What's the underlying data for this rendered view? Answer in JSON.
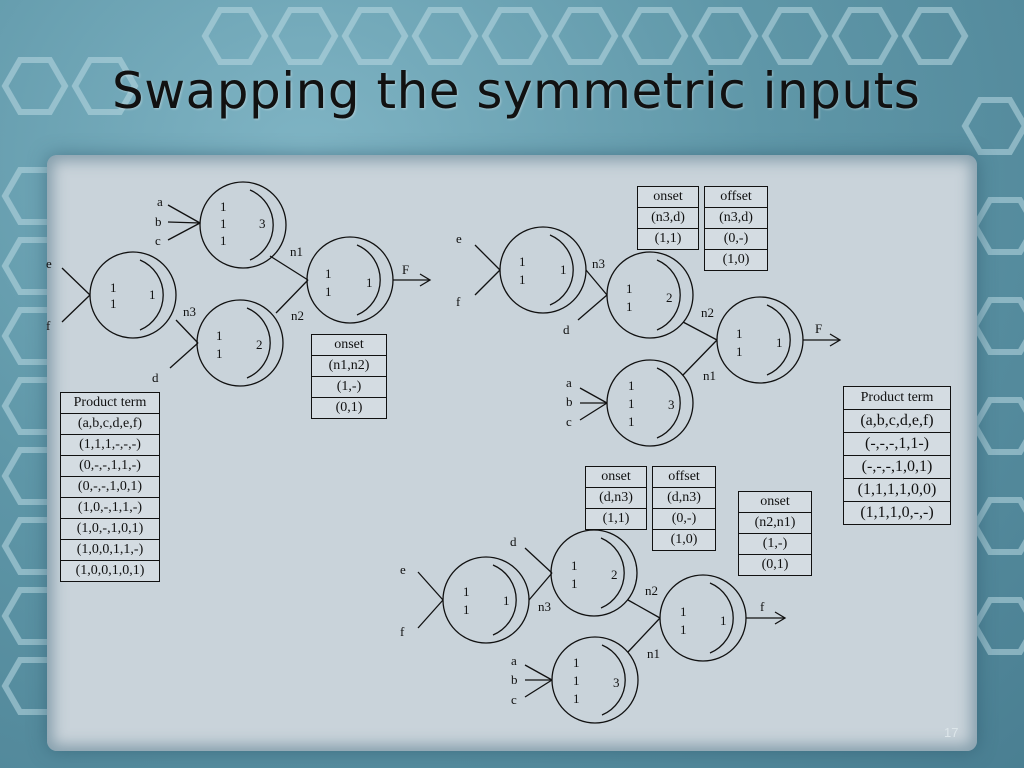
{
  "slide": {
    "title": "Swapping the symmetric inputs",
    "page_number": "17"
  },
  "circuit_a": {
    "inputs_abc": [
      "a",
      "b",
      "c"
    ],
    "input_e": "e",
    "input_f": "f",
    "input_d": "d",
    "gate_abc": {
      "pattern": [
        "1",
        "1",
        "1"
      ],
      "id": "3"
    },
    "gate_ef": {
      "pattern": [
        "1",
        "1"
      ],
      "id": "1"
    },
    "gate_d": {
      "pattern": [
        "1",
        "1"
      ],
      "id": "2"
    },
    "gate_out": {
      "pattern": [
        "1",
        "1"
      ],
      "id": "1"
    },
    "net_n1": "n1",
    "net_n2": "n2",
    "net_n3": "n3",
    "output": "F",
    "onset_table": {
      "header": "onset",
      "rows": [
        "(n1,n2)",
        "(1,-)",
        "(0,1)"
      ]
    },
    "product_table": {
      "header": "Product term",
      "rows": [
        "(a,b,c,d,e,f)",
        "(1,1,1,-,-,-)",
        "(0,-,-,1,1,-)",
        "(0,-,-,1,0,1)",
        "(1,0,-,1,1,-)",
        "(1,0,-,1,0,1)",
        "(1,0,0,1,1,-)",
        "(1,0,0,1,0,1)"
      ]
    }
  },
  "circuit_b": {
    "input_e": "e",
    "input_f": "f",
    "input_d": "d",
    "inputs_abc": [
      "a",
      "b",
      "c"
    ],
    "gate_ef": {
      "pattern": [
        "1",
        "1"
      ],
      "id": "1"
    },
    "gate_d": {
      "pattern": [
        "1",
        "1"
      ],
      "id": "2"
    },
    "gate_abc": {
      "pattern": [
        "1",
        "1",
        "1"
      ],
      "id": "3"
    },
    "gate_out": {
      "pattern": [
        "1",
        "1"
      ],
      "id": "1"
    },
    "net_n1": "n1",
    "net_n2": "n2",
    "net_n3": "n3",
    "output": "F",
    "onset_table": {
      "header": "onset",
      "rows": [
        "(n3,d)",
        "(1,1)"
      ]
    },
    "offset_table": {
      "header": "offset",
      "rows": [
        "(n3,d)",
        "(0,-)",
        "(1,0)"
      ]
    },
    "product_table": {
      "header": "Product term",
      "rows": [
        "(a,b,c,d,e,f)",
        "(-,-,-,1,1-)",
        "(-,-,-,1,0,1)",
        "(1,1,1,1,0,0)",
        "(1,1,1,0,-,-)"
      ]
    }
  },
  "circuit_c": {
    "input_e": "e",
    "input_f": "f",
    "input_d": "d",
    "inputs_abc": [
      "a",
      "b",
      "c"
    ],
    "gate_ef": {
      "pattern": [
        "1",
        "1"
      ],
      "id": "1"
    },
    "gate_d": {
      "pattern": [
        "1",
        "1"
      ],
      "id": "2"
    },
    "gate_abc": {
      "pattern": [
        "1",
        "1",
        "1"
      ],
      "id": "3"
    },
    "gate_out": {
      "pattern": [
        "1",
        "1"
      ],
      "id": "1"
    },
    "net_n1": "n1",
    "net_n2": "n2",
    "net_n3": "n3",
    "output": "f",
    "onset_table": {
      "header": "onset",
      "rows": [
        "(d,n3)",
        "(1,1)"
      ]
    },
    "offset_table": {
      "header": "offset",
      "rows": [
        "(d,n3)",
        "(0,-)",
        "(1,0)"
      ]
    },
    "onset2_table": {
      "header": "onset",
      "rows": [
        "(n2,n1)",
        "(1,-)",
        "(0,1)"
      ]
    }
  }
}
